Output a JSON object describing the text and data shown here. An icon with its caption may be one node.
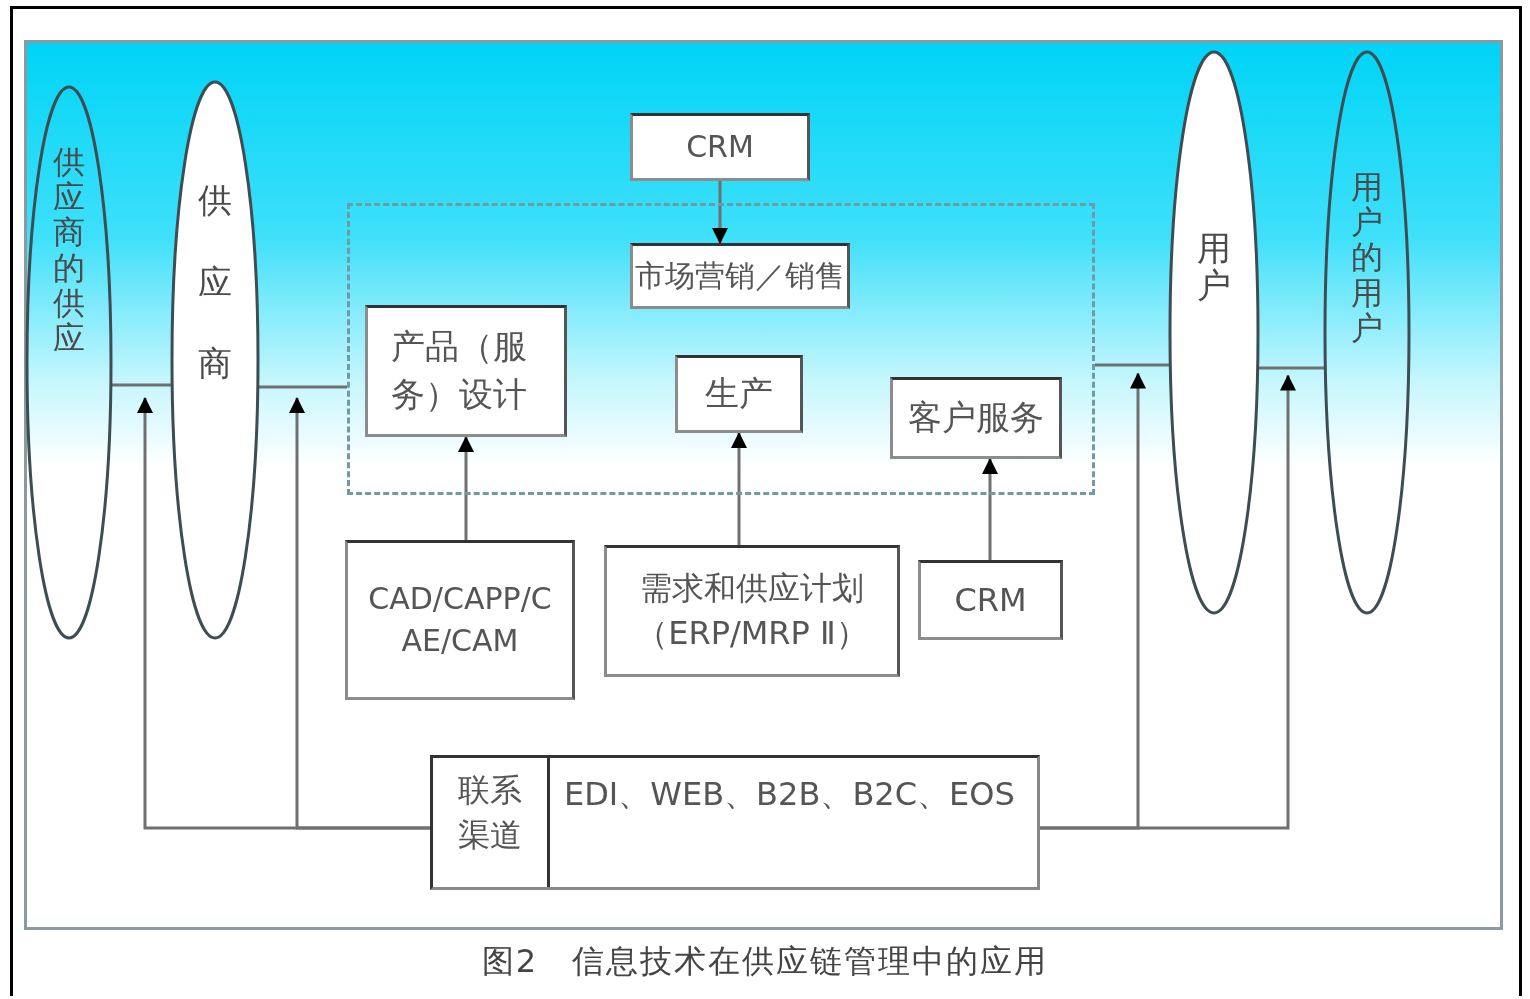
{
  "diagram": {
    "caption": "图2　信息技术在供应链管理中的应用",
    "nodes": [
      {
        "text": [
          "供应商的供应"
        ]
      },
      {
        "text": [
          "供应商"
        ]
      },
      {
        "text": [
          "CRM"
        ]
      },
      {
        "text": [],
        "shape": "box"
      },
      {
        "text": [
          "市场营销／销售"
        ],
        "in": 3
      },
      {
        "text": [
          "产品（服务）设计"
        ],
        "in": 3
      },
      {
        "text": [
          "生产"
        ],
        "in": 3
      },
      {
        "text": [
          "客户服务"
        ],
        "in": 3
      },
      {
        "text": [
          "用户"
        ]
      },
      {
        "text": [
          "用户的用户"
        ]
      },
      {
        "text": [
          "CAD/CAPP/CAE/CAM"
        ]
      },
      {
        "text": [
          "需求和供应计划（ERP/MRP Ⅱ）"
        ]
      },
      {
        "text": [
          "CRM"
        ]
      },
      {
        "text": [
          "联系渠道",
          "EDI、WEB、B2B、B2C、EOS"
        ]
      }
    ],
    "edges": [
      {
        "from": 0,
        "to": 1,
        "arrow": "none"
      },
      {
        "from": 1,
        "to": 3,
        "arrow": "none"
      },
      {
        "from": 3,
        "to": 8,
        "arrow": "none"
      },
      {
        "from": 8,
        "to": 9,
        "arrow": "none"
      },
      {
        "from": 2,
        "to": 4,
        "arrow": "to"
      },
      {
        "from": 10,
        "to": 5,
        "arrow": "to"
      },
      {
        "from": 11,
        "to": 6,
        "arrow": "to"
      },
      {
        "from": 12,
        "to": 7,
        "arrow": "to"
      },
      {
        "from": 13,
        "to": 1,
        "arrow": "to"
      },
      {
        "from": 13,
        "to": 1,
        "arrow": "to"
      },
      {
        "from": 13,
        "to": 8,
        "arrow": "to"
      },
      {
        "from": 13,
        "to": 8,
        "arrow": "to"
      }
    ]
  }
}
